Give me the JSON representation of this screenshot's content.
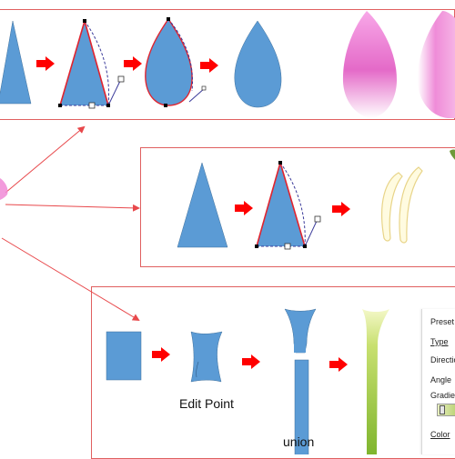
{
  "labels": {
    "edit_point": "Edit Point",
    "union": "union"
  },
  "format_panel": {
    "preset": "Preset g",
    "type": "Type",
    "direction": "Directio",
    "angle": "Angle",
    "gradient": "Gradien",
    "color": "Color"
  },
  "colors": {
    "shape_blue": "#5b9bd5",
    "shape_outline": "#41719c",
    "arrow_red": "#ff0000",
    "edit_red": "#e0242f",
    "frame_red": "#e06060",
    "connector_red": "#e8484b",
    "bezier_dash": "#3b3b9a",
    "petal_pink": "#f08ad6",
    "stem_green": "#8fc23a"
  }
}
